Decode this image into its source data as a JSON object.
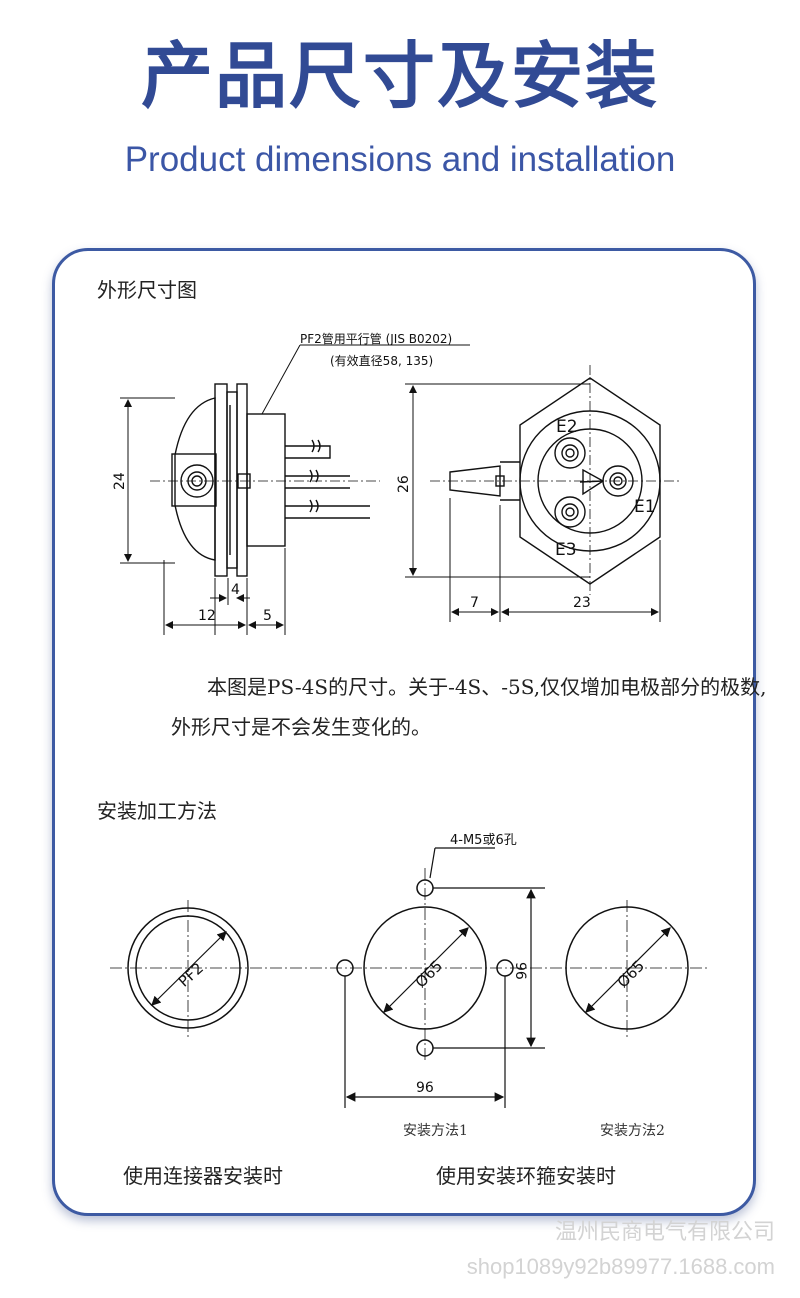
{
  "header": {
    "title": "产品尺寸及安装",
    "subtitle": "Product dimensions and installation"
  },
  "section1": {
    "label": "外形尺寸图",
    "callout_line1": "PF2管用平行管 (JIS B0202)",
    "callout_line2": "(有效直径58, 135)",
    "dims": {
      "height_24": "24",
      "height_26": "26",
      "width_4": "4",
      "width_12": "12",
      "width_5": "5",
      "width_7": "7",
      "width_23": "23"
    },
    "electrodes": {
      "e1": "E1",
      "e2": "E2",
      "e3": "E3"
    },
    "description_line1": "本图是PS-4S的尺寸。关于-4S、-5S,仅仅增加电极部分的极数,",
    "description_line2": "外形尺寸是不会发生变化的。"
  },
  "section2": {
    "label": "安装加工方法",
    "hole_note": "4-M5或6孔",
    "circle1_label": "PF2",
    "circle2_label": "Ø65",
    "circle3_label": "Ø65",
    "dim_96_h": "96",
    "dim_96_v": "96",
    "method1": "安装方法1",
    "method2": "安装方法2",
    "caption_left": "使用连接器安装时",
    "caption_right": "使用安装环箍安装时"
  },
  "watermark": {
    "company": "温州民商电气有限公司",
    "shop": "shop1089y92b89977.1688.com"
  },
  "colors": {
    "title": "#314a94",
    "border": "#3d5aa3",
    "watermark": "#d3d3d3"
  }
}
